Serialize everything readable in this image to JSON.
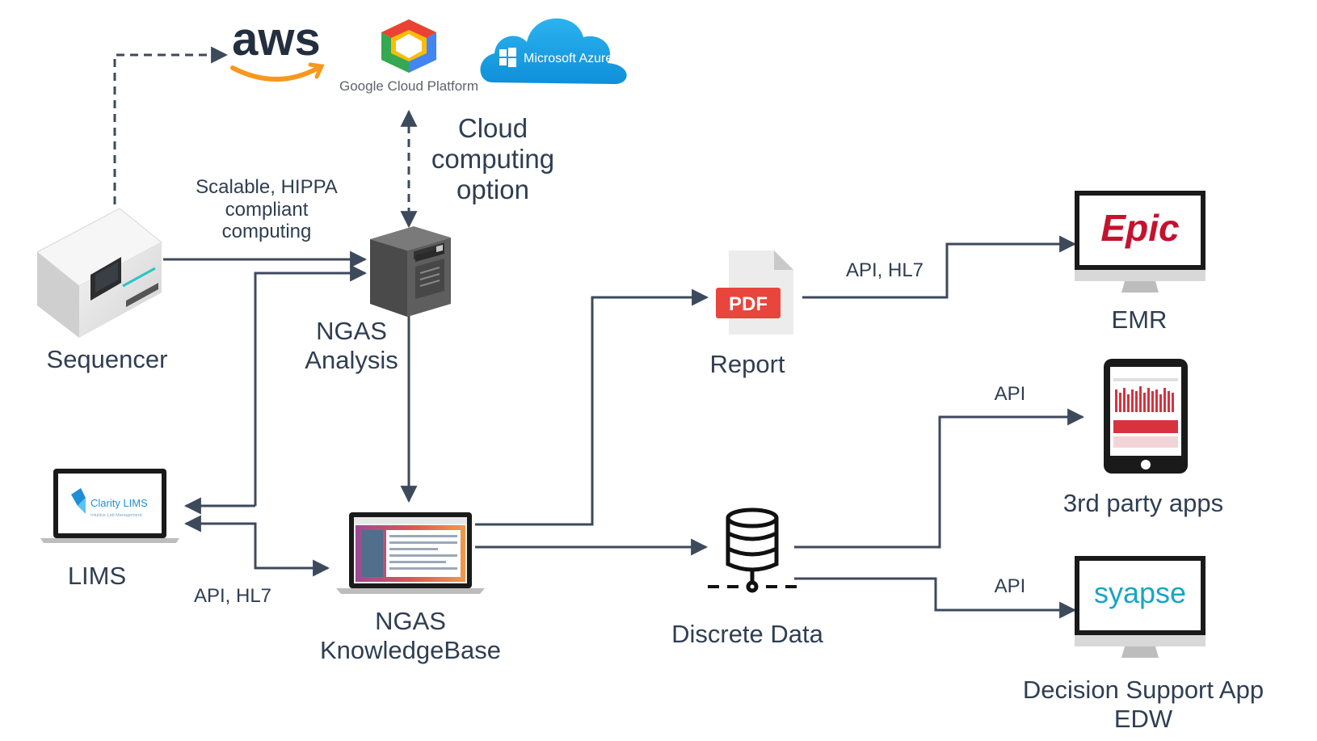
{
  "logos": {
    "aws": "aws",
    "google": "Google Cloud Platform",
    "azure": "Microsoft Azure",
    "clarity": "Clarity LIMS",
    "clarity_tagline": "Intuitive Lab Management",
    "epic": "Epic",
    "syapse": "syapse",
    "pdf": "PDF"
  },
  "labels": {
    "cloud_option": "Cloud\ncomputing\noption",
    "scalable": "Scalable, HIPPA\ncompliant\ncomputing",
    "sequencer": "Sequencer",
    "ngas_analysis": "NGAS\nAnalysis",
    "lims": "LIMS",
    "lims_link": "API, HL7",
    "ngas_kb": "NGAS\nKnowledgeBase",
    "report": "Report",
    "discrete": "Discrete Data",
    "emr": "EMR",
    "emr_link": "API, HL7",
    "apps": "3rd party apps",
    "apps_link": "API",
    "dsa": "Decision Support App\nEDW",
    "dsa_link": "API"
  },
  "colors": {
    "connector": "#3d4a5c",
    "text": "#2f3e52",
    "aws_orange": "#f7981d",
    "azure_blue": "#1aa0e8",
    "pdf_red": "#e8453c",
    "epic_red": "#c4122f",
    "syapse_teal": "#17a6c4",
    "clarity_blue": "#1e8fd6"
  }
}
